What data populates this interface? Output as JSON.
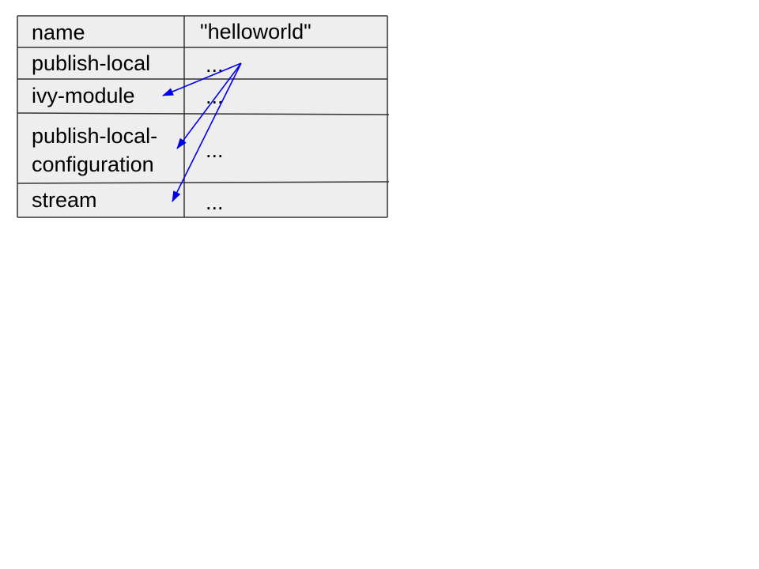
{
  "table": {
    "rows": [
      {
        "key": [
          "name"
        ],
        "value": "\"helloworld\""
      },
      {
        "key": [
          "publish-local"
        ],
        "value": "..."
      },
      {
        "key": [
          "ivy-module"
        ],
        "value": "..."
      },
      {
        "key": [
          "publish-local-",
          "configuration"
        ],
        "value": "..."
      },
      {
        "key": [
          "stream"
        ],
        "value": "..."
      }
    ]
  },
  "colors": {
    "cell_background": "#eeeeee",
    "border": "#333333",
    "arrow": "#0000ee",
    "text": "#000000"
  }
}
